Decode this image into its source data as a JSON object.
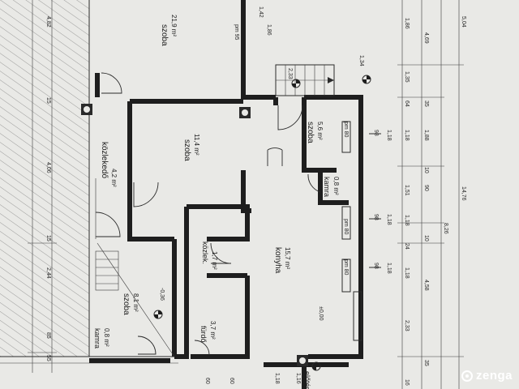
{
  "rooms": {
    "szoba_top": {
      "name": "szoba",
      "area": "21,9 m²"
    },
    "szoba_mid": {
      "name": "szoba",
      "area": "11,4 m²"
    },
    "kozlekedo": {
      "name": "közlekedő",
      "area": "4,2 m²"
    },
    "szoba_small": {
      "name": "szoba",
      "area": "5,6 m²"
    },
    "kamra_right": {
      "name": "kamra",
      "area": "0,8 m²"
    },
    "kozlek": {
      "name": "közlek.",
      "area": "1,7 m²"
    },
    "konyha": {
      "name": "konyha",
      "area": "15,7 m²"
    },
    "szoba_left": {
      "name": "szoba",
      "area": "8,1 m²"
    },
    "kamra_left": {
      "name": "kamra",
      "area": "0,8 m²"
    },
    "furdo": {
      "name": "fürdő",
      "area": "3,7 m²"
    },
    "elo": {
      "name": "előtér"
    }
  },
  "levels": {
    "level_neg": "-0,36",
    "level_zero": "±0,00"
  },
  "sill_labels": {
    "pm95": "pm 95",
    "pm80": "pm 80"
  },
  "dims": {
    "bottom_row": [
      "1,86",
      "1,35",
      "64",
      "35",
      "1,18",
      "10",
      "1,51",
      "90",
      "1,18",
      "24",
      "1,18",
      "2,33",
      "35",
      "16"
    ],
    "bottom_row2": [
      "4,69",
      "1,88",
      "10"
    ],
    "bottom_row3": [
      "5,04",
      "14,76",
      "8,26",
      "4,58"
    ],
    "left_col": [
      "4,82",
      "4,06",
      "15",
      "2,44",
      "15",
      "85",
      "55"
    ],
    "top_small": [
      "1,42",
      "1,86",
      "2,33",
      "1,34"
    ],
    "left_small": [
      "1,18",
      "1,16",
      "60",
      "60"
    ],
    "window_h": [
      "1,18",
      "1,18",
      "1,18"
    ],
    "window_w": [
      "98",
      "98",
      "98"
    ]
  },
  "brand": {
    "name": "zenga"
  },
  "colors": {
    "paper": "#e9e9e6",
    "ink": "#1e1e1e"
  }
}
